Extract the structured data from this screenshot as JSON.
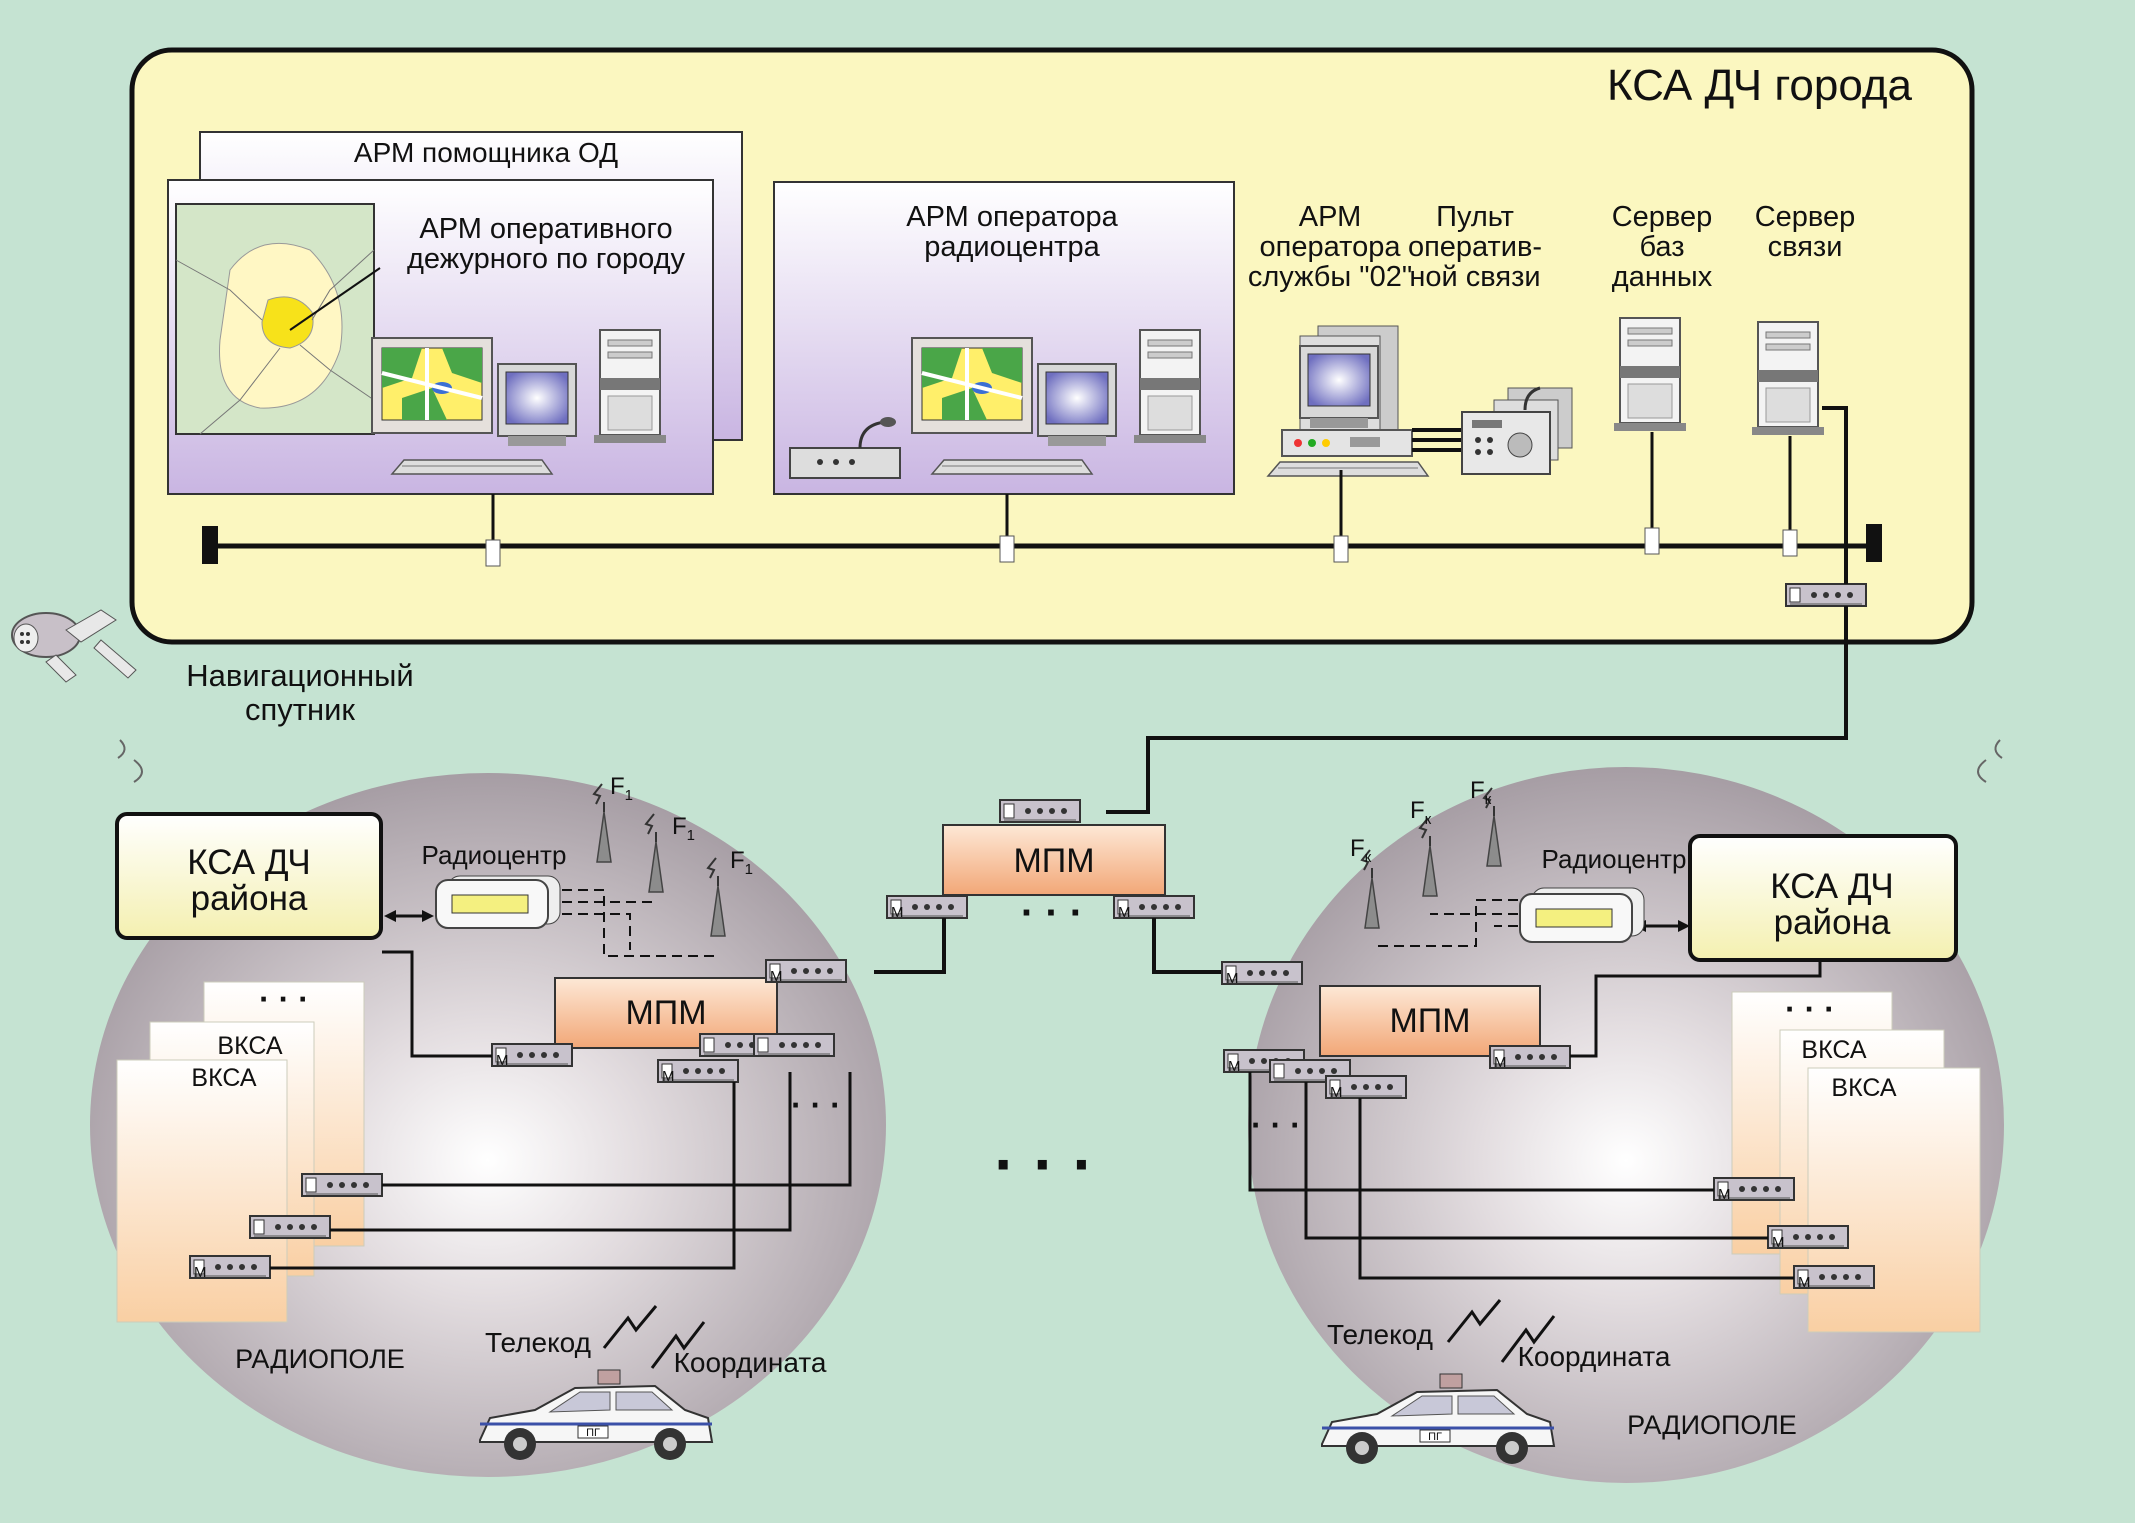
{
  "city": {
    "title": "КСА ДЧ города",
    "arm_assistant": "АРМ помощника ОД",
    "arm_duty_line1": "АРМ оперативного",
    "arm_duty_line2": "дежурного по городу",
    "arm_radio_line1": "АРМ оператора",
    "arm_radio_line2": "радиоцентра",
    "arm_02_line1": "АРМ",
    "arm_02_line2": "оператора",
    "arm_02_line3": "службы \"02\"",
    "console_line1": "Пульт",
    "console_line2": "оператив-",
    "console_line3": "ной связи",
    "db_server_line1": "Сервер",
    "db_server_line2": "баз",
    "db_server_line3": "данных",
    "comm_server_line1": "Сервер",
    "comm_server_line2": "связи"
  },
  "satellite_label_line1": "Навигационный",
  "satellite_label_line2": "спутник",
  "center": {
    "mpm": "МПМ",
    "dots": "· · ·",
    "gap_dots": "· · ·"
  },
  "left_district": {
    "ksa_line1": "КСА ДЧ",
    "ksa_line2": "района",
    "radiocenter": "Радиоцентр",
    "mpm": "МПМ",
    "vksa_dots": "· · ·",
    "vksa_back": "ВКСА",
    "vksa_front": "ВКСА",
    "mpm_dots": "· · ·",
    "freq": "F",
    "freq_sub": "1",
    "radiofield": "РАДИОПОЛЕ",
    "telecode": "Телекод",
    "coordinate": "Координата",
    "car_plate": "ПГ"
  },
  "right_district": {
    "ksa_line1": "КСА ДЧ",
    "ksa_line2": "района",
    "radiocenter": "Радиоцентр",
    "mpm": "МПМ",
    "vksa_dots": "· · ·",
    "vksa_back": "ВКСА",
    "vksa_front": "ВКСА",
    "mpm_dots": "· · ·",
    "freq": "F",
    "freq_sub": "к",
    "radiofield": "РАДИОПОЛЕ",
    "telecode": "Телекод",
    "coordinate": "Координата",
    "car_plate": "ПГ"
  },
  "modem_label": "M",
  "colors": {
    "background": "#c5e3d2",
    "city_panel": "#fbf7c0",
    "mpm_fill": "#f4b890",
    "vksa_fill": "#fbd9b2",
    "ksa_box": "#fcfad8"
  }
}
